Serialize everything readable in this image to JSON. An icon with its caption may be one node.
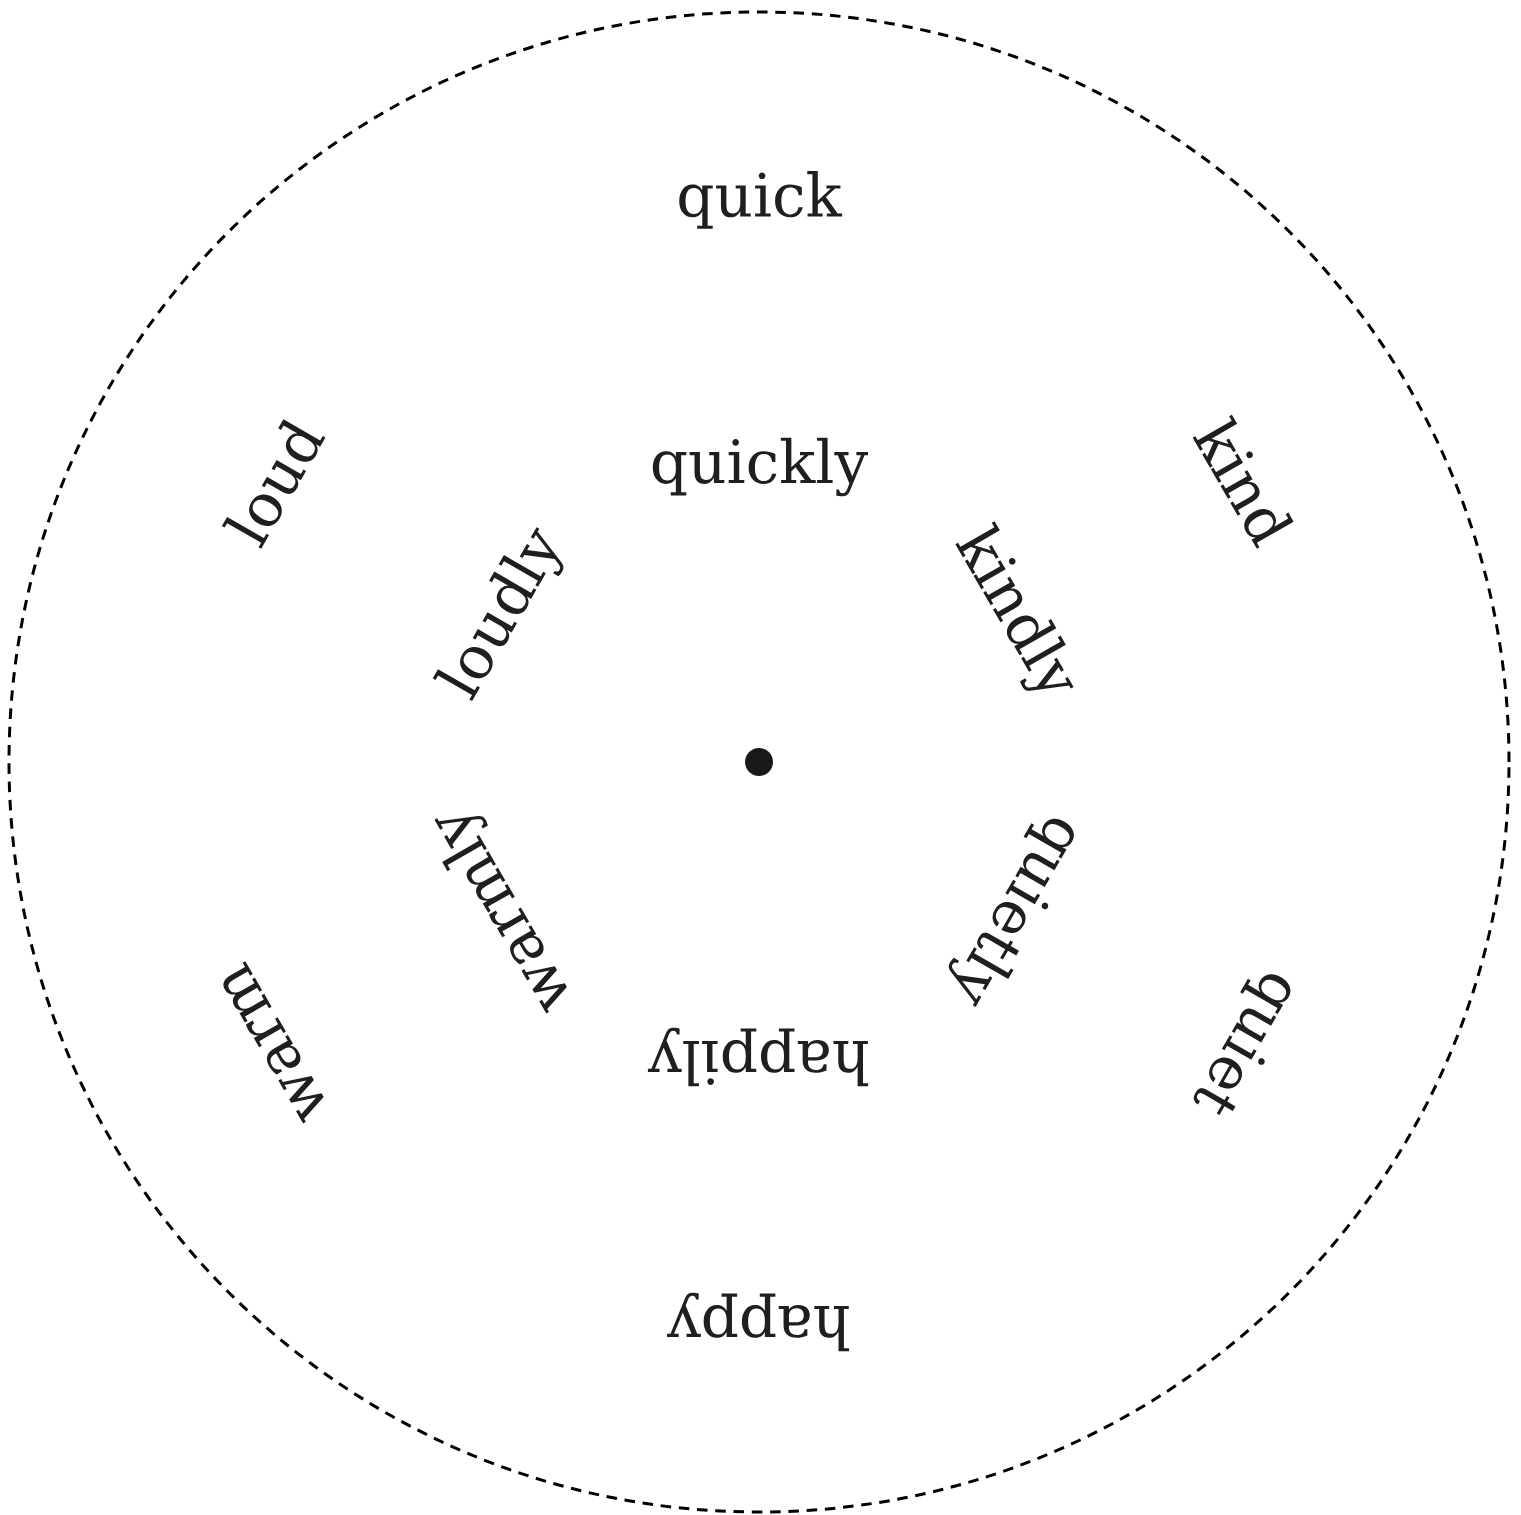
{
  "diagram": {
    "labels": [
      "quick",
      "loud",
      "quickly",
      "kind",
      "loudly",
      "kindly",
      "warmly",
      "quietly",
      "warm",
      "happily",
      "quiet",
      "happy"
    ]
  }
}
